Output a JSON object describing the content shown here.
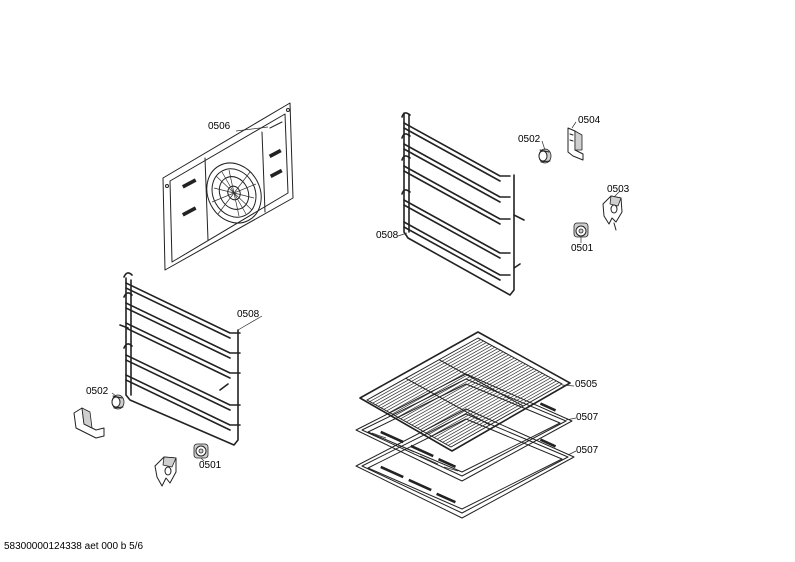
{
  "parts": [
    {
      "id": "rear-panel",
      "label": "0506"
    },
    {
      "id": "rail-right",
      "label": "0508"
    },
    {
      "id": "rail-left",
      "label": "0508"
    },
    {
      "id": "clip-right",
      "label": "0502"
    },
    {
      "id": "bracket-right",
      "label": "0504"
    },
    {
      "id": "holder-right",
      "label": "0503"
    },
    {
      "id": "cap-right",
      "label": "0501"
    },
    {
      "id": "clip-left",
      "label": "0502"
    },
    {
      "id": "cap-left",
      "label": "0501"
    },
    {
      "id": "wire-rack",
      "label": "0505"
    },
    {
      "id": "tray-upper",
      "label": "0507"
    },
    {
      "id": "tray-lower",
      "label": "0507"
    }
  ],
  "footer": "58300000124338 aet 000 b 5/6"
}
